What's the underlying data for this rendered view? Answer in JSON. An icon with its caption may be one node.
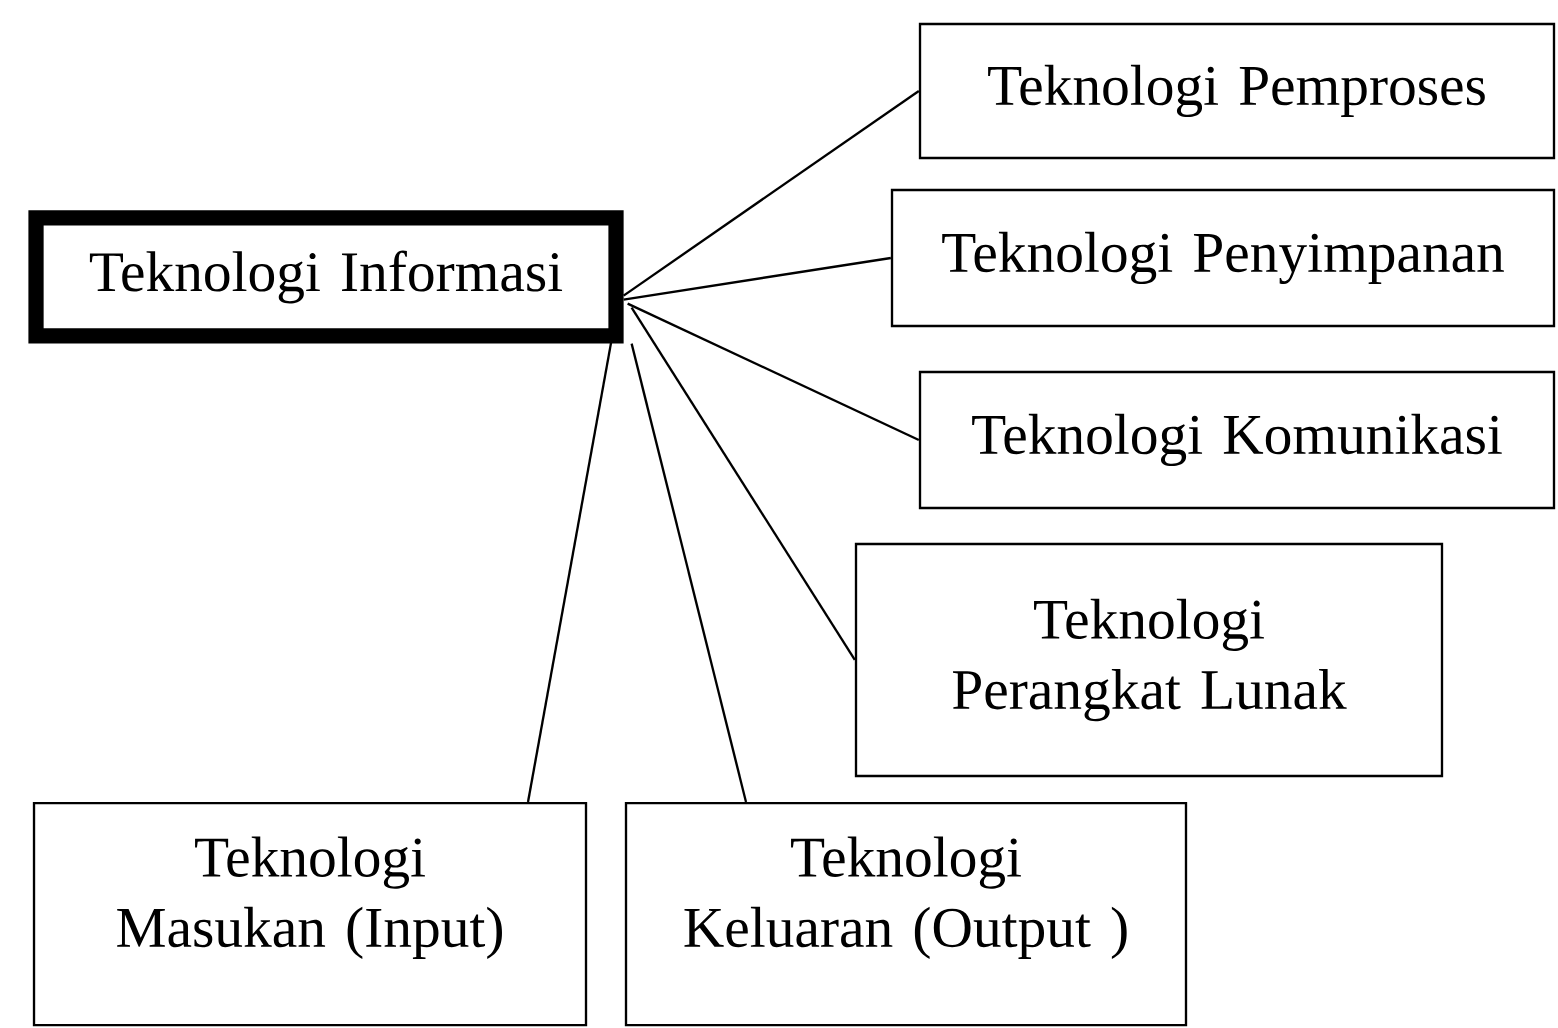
{
  "diagram": {
    "nodes": [
      {
        "text": [
          "Teknologi Informasi"
        ]
      },
      {
        "text": [
          "Teknologi Pemproses"
        ]
      },
      {
        "text": [
          "Teknologi Penyimpanan"
        ]
      },
      {
        "text": [
          "Teknologi Komunikasi"
        ]
      },
      {
        "text": [
          "Teknologi Perangkat Lunak"
        ]
      },
      {
        "text": [
          "Teknologi Masukan (Input)"
        ]
      },
      {
        "text": [
          "Teknologi Keluaran (Output )"
        ]
      }
    ],
    "edges": [
      {
        "from": 0,
        "to": 1,
        "arrow": "none"
      },
      {
        "from": 0,
        "to": 2,
        "arrow": "none"
      },
      {
        "from": 0,
        "to": 3,
        "arrow": "none"
      },
      {
        "from": 0,
        "to": 4,
        "arrow": "none"
      },
      {
        "from": 0,
        "to": 5,
        "arrow": "none"
      },
      {
        "from": 0,
        "to": 6,
        "arrow": "none"
      }
    ]
  }
}
